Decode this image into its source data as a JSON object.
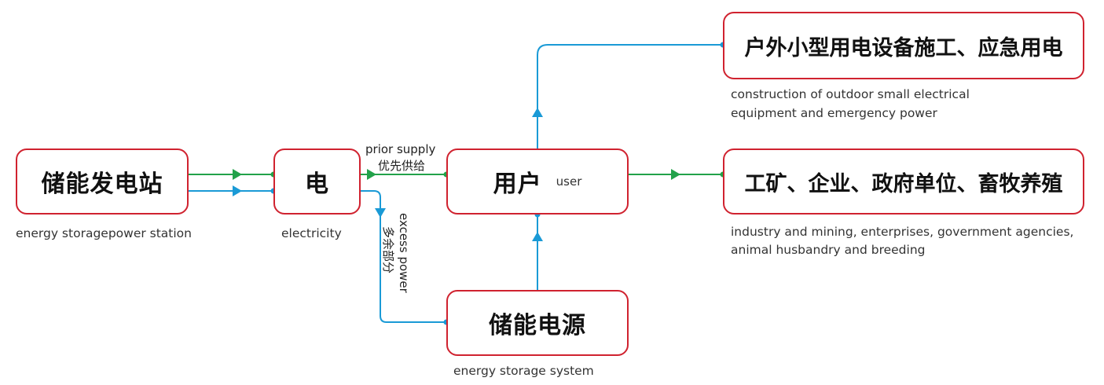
{
  "colors": {
    "box_border": "#d0222f",
    "green_line": "#22a24a",
    "blue_line": "#1a9ad6"
  },
  "nodes": {
    "station": {
      "title": "储能发电站",
      "caption": "energy storagepower station"
    },
    "electricity": {
      "title": "电",
      "caption": "electricity"
    },
    "user": {
      "title": "用户",
      "subtitle": "user"
    },
    "storage": {
      "title": "储能电源",
      "caption": "energy storage system"
    },
    "outdoor": {
      "title": "户外小型用电设备施工、应急用电",
      "caption_line1": "construction of outdoor small electrical",
      "caption_line2": "equipment and emergency power"
    },
    "industry": {
      "title": "工矿、企业、政府单位、畜牧养殖",
      "caption_line1": "industry and mining, enterprises, government agencies,",
      "caption_line2": "animal husbandry and breeding"
    }
  },
  "edge_labels": {
    "prior_en": "prior supply",
    "prior_zh": "优先供给",
    "excess_en": "excess power",
    "excess_zh": "多余部分"
  }
}
